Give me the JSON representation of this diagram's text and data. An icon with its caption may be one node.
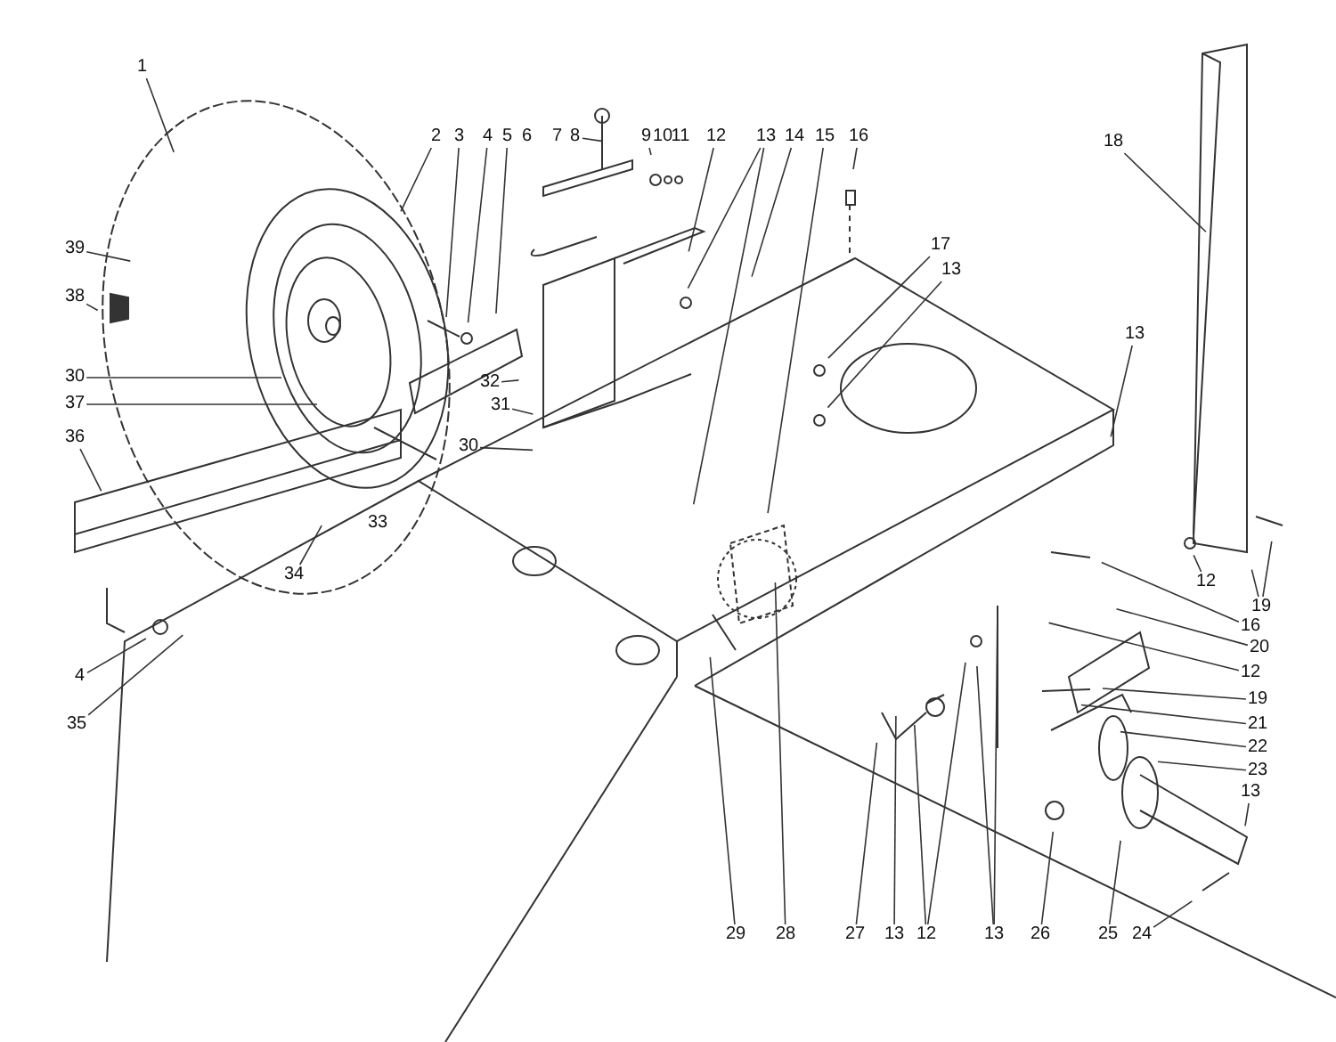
{
  "diagram": {
    "nodes": [
      {
        "text": [
          "1"
        ]
      },
      {
        "text": [
          "2"
        ]
      },
      {
        "text": [
          "3"
        ]
      },
      {
        "text": [
          "4"
        ]
      },
      {
        "text": [
          "5"
        ]
      },
      {
        "text": [
          "6"
        ]
      },
      {
        "text": [
          "7"
        ]
      },
      {
        "text": [
          "8"
        ]
      },
      {
        "text": [
          "9"
        ]
      },
      {
        "text": [
          "10"
        ]
      },
      {
        "text": [
          "11"
        ]
      },
      {
        "text": [
          "12"
        ]
      },
      {
        "text": [
          "13"
        ]
      },
      {
        "text": [
          "14"
        ]
      },
      {
        "text": [
          "15"
        ]
      },
      {
        "text": [
          "16"
        ]
      },
      {
        "text": [
          "18"
        ]
      },
      {
        "text": [
          "39"
        ]
      },
      {
        "text": [
          "38"
        ]
      },
      {
        "text": [
          "17"
        ]
      },
      {
        "text": [
          "13"
        ]
      },
      {
        "text": [
          "13"
        ]
      },
      {
        "text": [
          "30"
        ]
      },
      {
        "text": [
          "37"
        ]
      },
      {
        "text": [
          "32"
        ]
      },
      {
        "text": [
          "31"
        ]
      },
      {
        "text": [
          "36"
        ]
      },
      {
        "text": [
          "30"
        ]
      },
      {
        "text": [
          "33"
        ]
      },
      {
        "text": [
          "34"
        ]
      },
      {
        "text": [
          "12"
        ]
      },
      {
        "text": [
          "19"
        ]
      },
      {
        "text": [
          "16"
        ]
      },
      {
        "text": [
          "20"
        ]
      },
      {
        "text": [
          "12"
        ]
      },
      {
        "text": [
          "19"
        ]
      },
      {
        "text": [
          "21"
        ]
      },
      {
        "text": [
          "22"
        ]
      },
      {
        "text": [
          "23"
        ]
      },
      {
        "text": [
          "13"
        ]
      },
      {
        "text": [
          "4"
        ]
      },
      {
        "text": [
          "35"
        ]
      },
      {
        "text": [
          "29"
        ]
      },
      {
        "text": [
          "28"
        ]
      },
      {
        "text": [
          "27"
        ]
      },
      {
        "text": [
          "13"
        ]
      },
      {
        "text": [
          "12"
        ]
      },
      {
        "text": [
          "13"
        ]
      },
      {
        "text": [
          "26"
        ]
      },
      {
        "text": [
          "25"
        ]
      },
      {
        "text": [
          "24"
        ]
      }
    ],
    "edges": [
      {
        "from": 0,
        "to": null,
        "arrow": "none"
      },
      {
        "from": 1,
        "to": null,
        "arrow": "none"
      },
      {
        "from": 2,
        "to": null,
        "arrow": "none"
      },
      {
        "from": 3,
        "to": null,
        "arrow": "none"
      },
      {
        "from": 4,
        "to": null,
        "arrow": "none"
      },
      {
        "from": 7,
        "to": null,
        "arrow": "none"
      },
      {
        "from": 8,
        "to": null,
        "arrow": "none"
      },
      {
        "from": 11,
        "to": null,
        "arrow": "none"
      },
      {
        "from": 12,
        "to": null,
        "arrow": "none"
      },
      {
        "from": 12,
        "to": null,
        "arrow": "none"
      },
      {
        "from": 13,
        "to": null,
        "arrow": "none"
      },
      {
        "from": 14,
        "to": null,
        "arrow": "none"
      },
      {
        "from": 15,
        "to": null,
        "arrow": "none"
      },
      {
        "from": 16,
        "to": null,
        "arrow": "none"
      },
      {
        "from": 17,
        "to": null,
        "arrow": "none"
      },
      {
        "from": 18,
        "to": null,
        "arrow": "none"
      },
      {
        "from": 19,
        "to": null,
        "arrow": "none"
      },
      {
        "from": 20,
        "to": null,
        "arrow": "none"
      },
      {
        "from": 21,
        "to": null,
        "arrow": "none"
      },
      {
        "from": 22,
        "to": null,
        "arrow": "none"
      },
      {
        "from": 23,
        "to": null,
        "arrow": "none"
      },
      {
        "from": 24,
        "to": null,
        "arrow": "none"
      },
      {
        "from": 25,
        "to": null,
        "arrow": "none"
      },
      {
        "from": 26,
        "to": null,
        "arrow": "none"
      },
      {
        "from": 27,
        "to": null,
        "arrow": "none"
      },
      {
        "from": 29,
        "to": null,
        "arrow": "none"
      },
      {
        "from": 30,
        "to": null,
        "arrow": "none"
      },
      {
        "from": 31,
        "to": null,
        "arrow": "none"
      },
      {
        "from": 31,
        "to": null,
        "arrow": "none"
      },
      {
        "from": 32,
        "to": null,
        "arrow": "none"
      },
      {
        "from": 33,
        "to": null,
        "arrow": "none"
      },
      {
        "from": 34,
        "to": null,
        "arrow": "none"
      },
      {
        "from": 35,
        "to": null,
        "arrow": "none"
      },
      {
        "from": 36,
        "to": null,
        "arrow": "none"
      },
      {
        "from": 37,
        "to": null,
        "arrow": "none"
      },
      {
        "from": 38,
        "to": null,
        "arrow": "none"
      },
      {
        "from": 39,
        "to": null,
        "arrow": "none"
      },
      {
        "from": 40,
        "to": null,
        "arrow": "none"
      },
      {
        "from": 41,
        "to": null,
        "arrow": "none"
      },
      {
        "from": 42,
        "to": null,
        "arrow": "none"
      },
      {
        "from": 43,
        "to": null,
        "arrow": "none"
      },
      {
        "from": 44,
        "to": null,
        "arrow": "none"
      },
      {
        "from": 45,
        "to": null,
        "arrow": "none"
      },
      {
        "from": 46,
        "to": null,
        "arrow": "none"
      },
      {
        "from": 46,
        "to": null,
        "arrow": "none"
      },
      {
        "from": 47,
        "to": null,
        "arrow": "none"
      },
      {
        "from": 47,
        "to": null,
        "arrow": "none"
      },
      {
        "from": 48,
        "to": null,
        "arrow": "none"
      },
      {
        "from": 49,
        "to": null,
        "arrow": "none"
      },
      {
        "from": 50,
        "to": null,
        "arrow": "none"
      }
    ]
  }
}
